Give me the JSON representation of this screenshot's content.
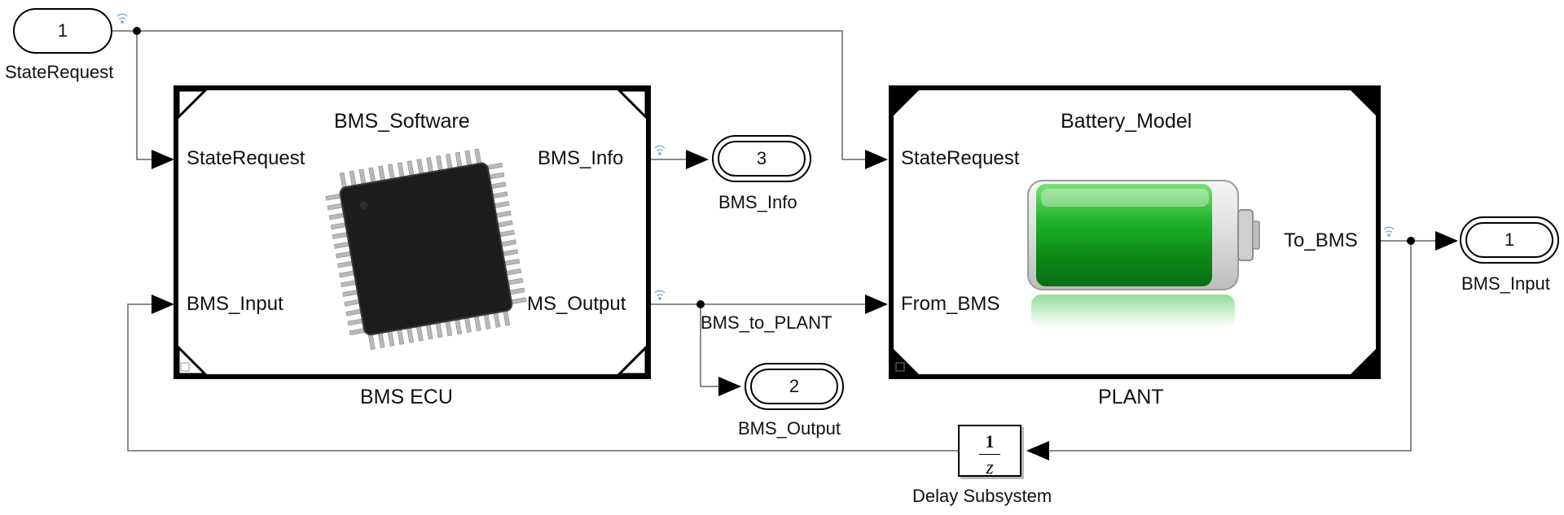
{
  "inports": [
    {
      "number": "1",
      "name": "StateRequest"
    }
  ],
  "outports": [
    {
      "number": "3",
      "name": "BMS_Info"
    },
    {
      "number": "2",
      "name": "BMS_Output"
    },
    {
      "number": "1",
      "name": "BMS_Input"
    }
  ],
  "subsystems": {
    "bms_ecu": {
      "title": "BMS_Software",
      "name": "BMS ECU",
      "inputs": [
        "StateRequest",
        "BMS_Input"
      ],
      "outputs": [
        "BMS_Info",
        "MS_Output"
      ]
    },
    "plant": {
      "title": "Battery_Model",
      "name": "PLANT",
      "inputs": [
        "StateRequest",
        "From_BMS"
      ],
      "outputs": [
        "To_BMS"
      ]
    }
  },
  "signals": {
    "bms_to_plant": "BMS_to_PLANT"
  },
  "delay": {
    "numerator": "1",
    "denominator": "z",
    "name": "Delay Subsystem"
  },
  "icons": {
    "bms_ecu_image": "microchip-icon",
    "plant_image": "battery-icon",
    "signal_logging": "wifi-signal-icon"
  },
  "colors": {
    "line": "#000000",
    "signal_line": "#666666",
    "battery_green": "#1fa82a",
    "chip": "#1c1c1c",
    "logging_icon": "#7aaed6"
  }
}
